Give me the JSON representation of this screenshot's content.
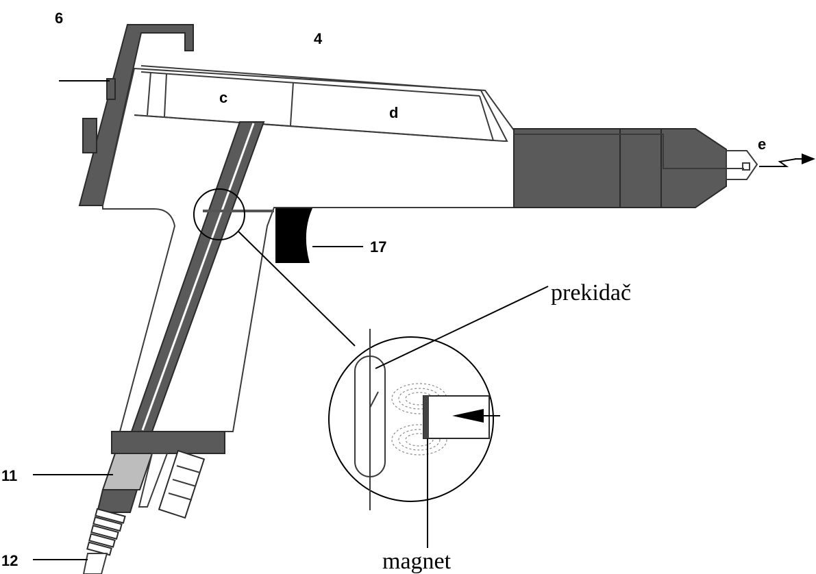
{
  "labels": {
    "l6": "6",
    "l4": "4",
    "lc": "c",
    "ld": "d",
    "le": "e",
    "l17": "17",
    "l11": "11",
    "l12": "12",
    "prekidac": "prekidač",
    "magnet": "magnet"
  },
  "colors": {
    "dark_part": "#5a5a5a",
    "trigger": "#000000",
    "outline": "#3a3a3a"
  }
}
